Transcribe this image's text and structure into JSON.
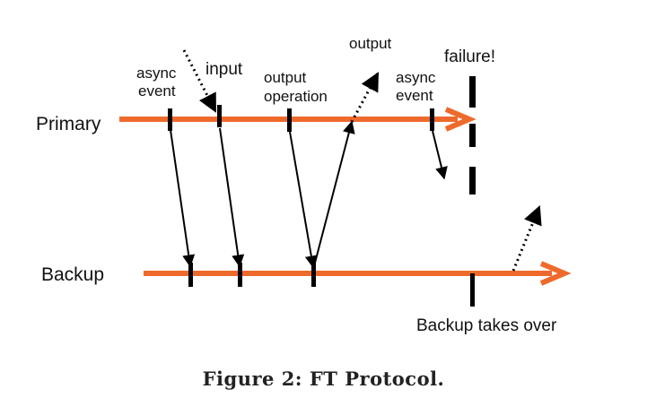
{
  "labels": {
    "primary": "Primary",
    "backup": "Backup",
    "async_event_1": [
      "async",
      "event"
    ],
    "input": "input",
    "output_operation": [
      "output",
      "operation"
    ],
    "output": "output",
    "async_event_2": [
      "async",
      "event"
    ],
    "failure": "failure!",
    "backup_takes_over": "Backup takes over"
  },
  "caption": "Figure 2: FT Protocol.",
  "colors": {
    "timeline": "#ee6a2c",
    "marker": "#000000",
    "arrow": "#000000"
  }
}
